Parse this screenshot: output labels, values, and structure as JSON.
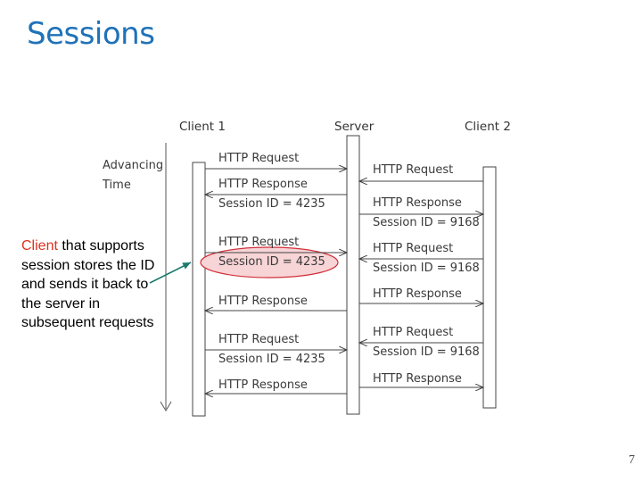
{
  "title": "Sessions",
  "callout": {
    "highlight": "Client",
    "text": " that supports session stores the ID and sends it back to the server in subsequent requests"
  },
  "page_number": "7",
  "diagram": {
    "participants": [
      "Client 1",
      "Server",
      "Client 2"
    ],
    "time_axis_label_line1": "Advancing",
    "time_axis_label_line2": "Time",
    "messages": {
      "c1_req1": "HTTP Request",
      "c1_resp1": "HTTP Response",
      "c1_resp1_session": "Session ID = 4235",
      "c1_req2": "HTTP Request",
      "c1_req2_session": "Session ID = 4235",
      "c1_resp2": "HTTP Response",
      "c1_req3": "HTTP Request",
      "c1_req3_session": "Session ID = 4235",
      "c1_resp3": "HTTP Response",
      "c2_req1": "HTTP Request",
      "c2_resp1": "HTTP Response",
      "c2_resp1_session": "Session ID = 9168",
      "c2_req2": "HTTP Request",
      "c2_req2_session": "Session ID = 9168",
      "c2_resp2": "HTTP Response",
      "c2_req3": "HTTP Request",
      "c2_req3_session": "Session ID = 9168",
      "c2_resp3": "HTTP Response"
    }
  },
  "colors": {
    "title": "#1f72b8",
    "highlight_text": "#e0301e",
    "ellipse_fill": "#f7d4d6",
    "ellipse_stroke": "#d0303a",
    "pointer_arrow": "#1e7a6e"
  }
}
